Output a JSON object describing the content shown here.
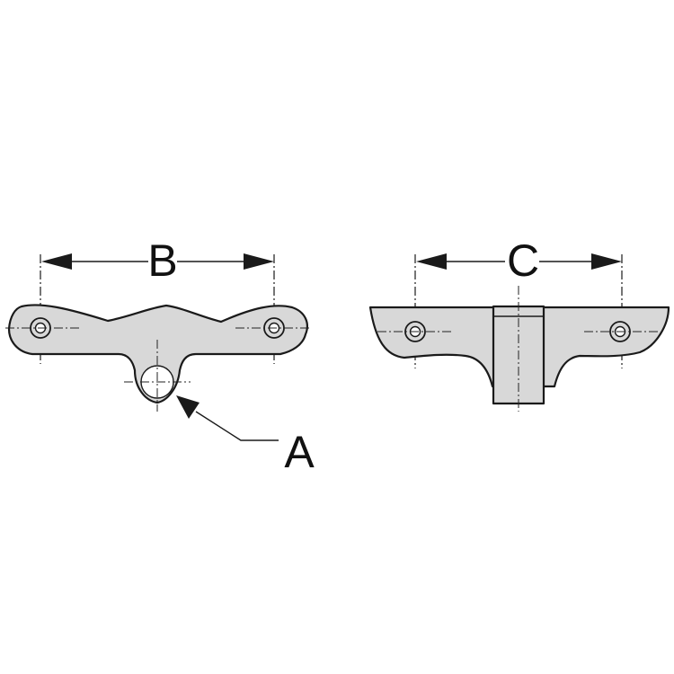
{
  "labels": {
    "a": "A",
    "b": "B",
    "c": "C"
  },
  "colors": {
    "line": "#1a1a1a",
    "part_fill": "#d8d8d8",
    "background": "#ffffff"
  }
}
